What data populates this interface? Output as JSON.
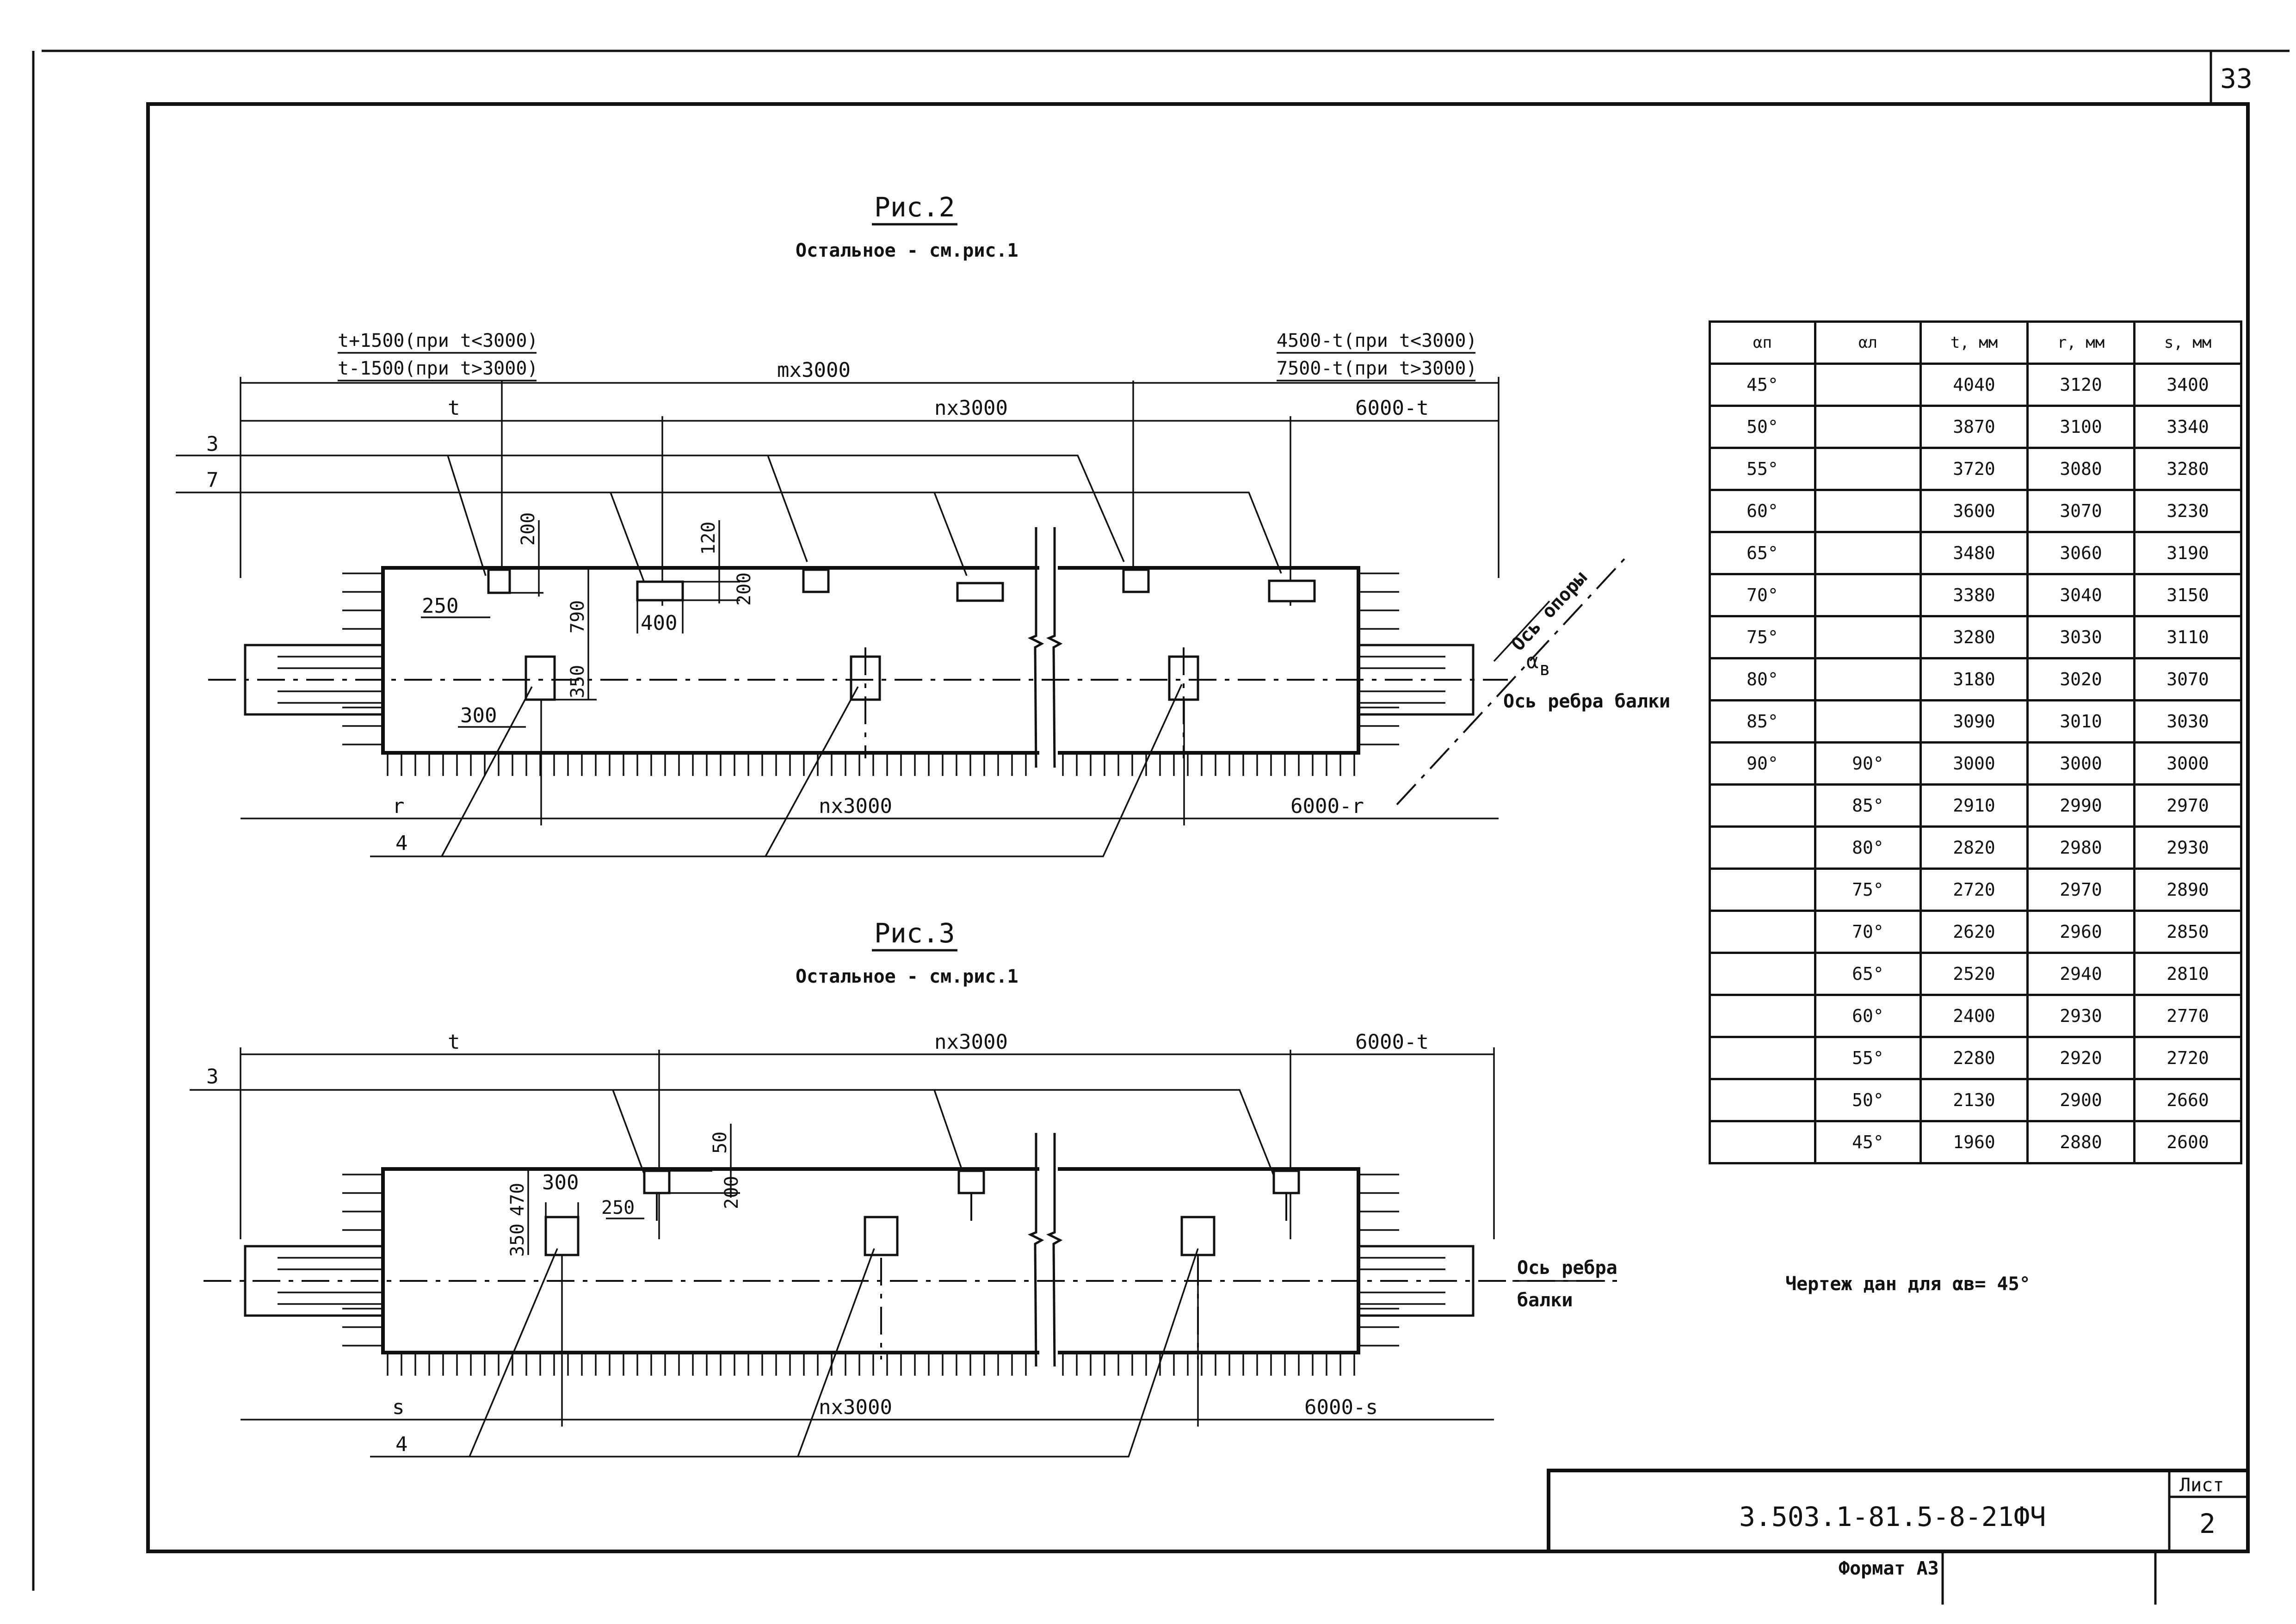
{
  "sheet": {
    "page_number": "33",
    "drawing_code": "3.503.1-81.5-8-21ФЧ",
    "sheet_label": "Лист",
    "sheet_number": "2",
    "format": "Формат А3"
  },
  "fig2": {
    "title": "Рис.2",
    "subtitle": "Остальное - см.рис.1",
    "note_left_1": "t+1500(при t<3000)",
    "note_left_2": "t-1500(при t>3000)",
    "note_right_1": "4500-t(при t<3000)",
    "note_right_2": "7500-t(при t>3000)",
    "top_mid": "mx3000",
    "row2_left": "t",
    "row2_mid": "nx3000",
    "row2_right": "6000-t",
    "bottom_left": "r",
    "bottom_mid": "nx3000",
    "bottom_right": "6000-r",
    "labels": [
      "3",
      "7",
      "4"
    ],
    "dims": {
      "d200a": "200",
      "d120": "120",
      "d200b": "200",
      "d250": "250",
      "d400": "400",
      "d790": "790",
      "d350": "350",
      "d300": "300"
    },
    "axis_support": "Ось опоры",
    "alpha": "α",
    "alpha_sub": "в",
    "axis_rib": "Ось ребра балки"
  },
  "fig3": {
    "title": "Рис.3",
    "subtitle": "Остальное - см.рис.1",
    "top_left": "t",
    "top_mid": "nx3000",
    "top_right": "6000-t",
    "bottom_left": "s",
    "bottom_mid": "nx3000",
    "bottom_right": "6000-s",
    "labels": [
      "3",
      "4"
    ],
    "dims": {
      "d50": "50",
      "d200": "200",
      "d300": "300",
      "d250": "250",
      "d350": "350",
      "d470": "470"
    },
    "axis_rib_1": "Ось ребра",
    "axis_rib_2": "балки"
  },
  "table": {
    "headers": [
      "αп",
      "αл",
      "t, мм",
      "r, мм",
      "s, мм"
    ],
    "rows": [
      [
        "45°",
        "",
        "4040",
        "3120",
        "3400"
      ],
      [
        "50°",
        "",
        "3870",
        "3100",
        "3340"
      ],
      [
        "55°",
        "",
        "3720",
        "3080",
        "3280"
      ],
      [
        "60°",
        "",
        "3600",
        "3070",
        "3230"
      ],
      [
        "65°",
        "",
        "3480",
        "3060",
        "3190"
      ],
      [
        "70°",
        "",
        "3380",
        "3040",
        "3150"
      ],
      [
        "75°",
        "",
        "3280",
        "3030",
        "3110"
      ],
      [
        "80°",
        "",
        "3180",
        "3020",
        "3070"
      ],
      [
        "85°",
        "",
        "3090",
        "3010",
        "3030"
      ],
      [
        "90°",
        "90°",
        "3000",
        "3000",
        "3000"
      ],
      [
        "",
        "85°",
        "2910",
        "2990",
        "2970"
      ],
      [
        "",
        "80°",
        "2820",
        "2980",
        "2930"
      ],
      [
        "",
        "75°",
        "2720",
        "2970",
        "2890"
      ],
      [
        "",
        "70°",
        "2620",
        "2960",
        "2850"
      ],
      [
        "",
        "65°",
        "2520",
        "2940",
        "2810"
      ],
      [
        "",
        "60°",
        "2400",
        "2930",
        "2770"
      ],
      [
        "",
        "55°",
        "2280",
        "2920",
        "2720"
      ],
      [
        "",
        "50°",
        "2130",
        "2900",
        "2660"
      ],
      [
        "",
        "45°",
        "1960",
        "2880",
        "2600"
      ]
    ]
  },
  "note": "Чертеж дан для αв= 45°"
}
